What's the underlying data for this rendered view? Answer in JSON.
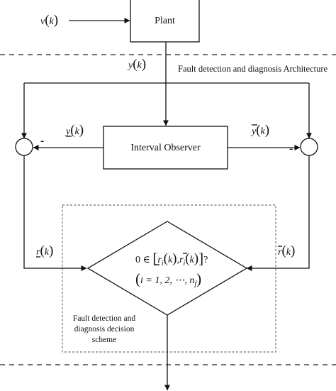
{
  "plant": {
    "label": "Plant"
  },
  "input_signal": {
    "symbol": "v",
    "arg": "k"
  },
  "output_signal": {
    "symbol": "y",
    "arg": "k"
  },
  "architecture_label": "Fault detection and diagnosis Architecture",
  "observer": {
    "label": "Interval Observer"
  },
  "lower_estimate": {
    "symbol": "y",
    "arg": "k",
    "bar": "under"
  },
  "upper_estimate": {
    "symbol": "y",
    "arg": "k",
    "bar": "over"
  },
  "left_minus": "-",
  "right_minus": "-",
  "lower_residual": {
    "symbol": "r",
    "arg": "k",
    "bar": "under"
  },
  "upper_residual": {
    "symbol": "r",
    "arg": "k",
    "bar": "over"
  },
  "decision": {
    "condition_prefix": "0 ∈ ",
    "lower": "r",
    "upper": "r",
    "subscript": "i",
    "arg": "k",
    "suffix": "?",
    "index_line": "i = 1, 2, ⋯, n",
    "index_sub": "f"
  },
  "scheme_label": {
    "line1": "Fault detection and",
    "line2": "diagnosis decision",
    "line3": "scheme"
  }
}
